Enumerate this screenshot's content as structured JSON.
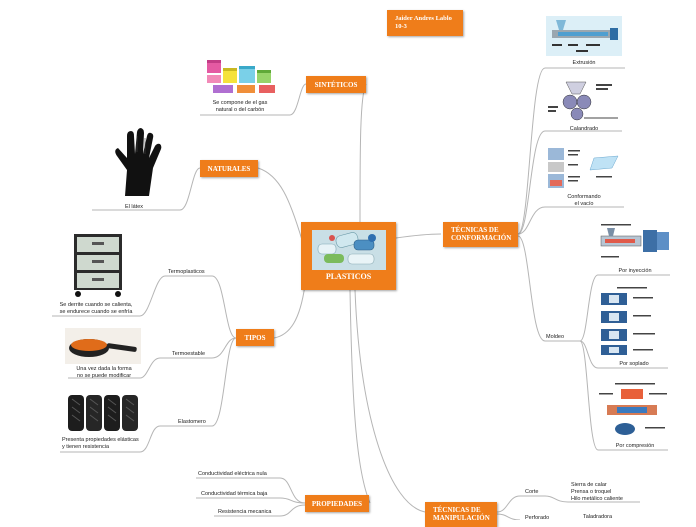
{
  "author": "Jaider Andres Lablo\n10-3",
  "center": "PLASTICOS",
  "branches": {
    "sinteticos": "SINTÉTICOS",
    "naturales": "NATURALES",
    "tipos": "TIPOS",
    "propiedades": "PROPIEDADES",
    "conformacion": "TÉCNICAS DE\nCONFORMACIÓN",
    "manipulacion": "TÉCNICAS DE\nMANIPULACIÓN"
  },
  "notes": {
    "sinteticos": "Se compone de el gas\nnatural o del carbón",
    "naturales": "El látex",
    "termoplasticos": "Termoplasticos",
    "termoplasticos_note": "Se derrite cuando se calienta,\nse endurece cuando se enfría",
    "termoestable": "Termoestable",
    "termoestable_note": "Una vez dada la forma\nno se puede modificar",
    "elastomero": "Elastomero",
    "elastomero_note": "Presenta propiedades elásticas\ny tienen resistencia",
    "prop1": "Conductividad eléctrica nula",
    "prop2": "Conductividad térmica baja",
    "prop3": "Resistencia mecanica",
    "extrusion": "Extrusión",
    "calandrado": "Calandrado",
    "vacio": "Conformando\nel vacío",
    "moldeo": "Moldeo",
    "inyeccion": "Por inyección",
    "soplado": "Por soplado",
    "compresion": "Por compresión",
    "corte": "Corte",
    "corte_items": "Sierra de calar\nPrensa o troquel\nHilo metálico caliente",
    "perforado": "Perforado",
    "taladradora": "Taladradora"
  },
  "colors": {
    "node": "#ef7d1a",
    "line": "#b8b8b8"
  }
}
